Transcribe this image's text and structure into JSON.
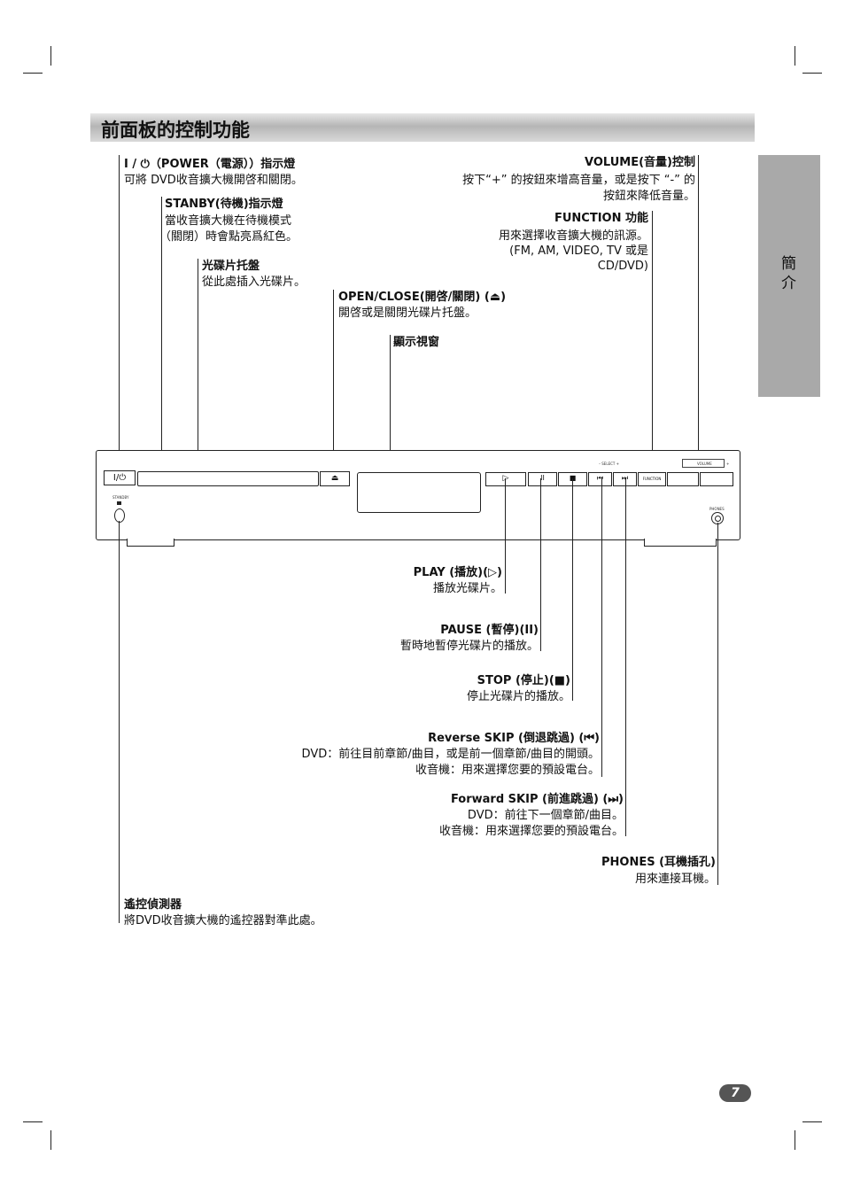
{
  "header": {
    "title": "前面板的控制功能"
  },
  "side_tab": {
    "label": "簡介"
  },
  "callouts": {
    "power": {
      "title": "I / ⏻（POWER（電源））指示燈",
      "desc": "可將 DVD收音擴大機開啓和關閉。"
    },
    "standby": {
      "title": "STANBY(待機)指示燈",
      "desc1": "當收音擴大機在待機模式",
      "desc2": "（關閉）時會點亮爲紅色。"
    },
    "disc_tray": {
      "title": "光碟片托盤",
      "desc": "從此處插入光碟片。"
    },
    "open_close": {
      "title": "OPEN/CLOSE(開啓/關閉) (⏏)",
      "desc": "開啓或是關閉光碟片托盤。"
    },
    "display": {
      "title": "顯示視窗"
    },
    "volume": {
      "title": "VOLUME(音量)控制",
      "desc1": "按下“+” 的按鈕來增高音量，或是按下 “-” 的",
      "desc2": "按鈕來降低音量。"
    },
    "function": {
      "title": "FUNCTION 功能",
      "desc1": "用來選擇收音擴大機的訊源。",
      "desc2": "(FM, AM, VIDEO, TV 或是",
      "desc3": "CD/DVD)"
    },
    "play": {
      "title": "PLAY (播放)(▷)",
      "desc": "播放光碟片。"
    },
    "pause": {
      "title": "PAUSE (暫停)(II)",
      "desc": "暫時地暫停光碟片的播放。"
    },
    "stop": {
      "title": "STOP (停止)(■)",
      "desc": "停止光碟片的播放。"
    },
    "reverse": {
      "title": "Reverse SKIP (倒退跳過) (⏮)",
      "desc1": "DVD：前往目前章節/曲目，或是前一個章節/曲目的開頭。",
      "desc2": "收音機：用來選擇您要的預設電台。"
    },
    "forward": {
      "title": "Forward SKIP (前進跳過) (⏭)",
      "desc1": "DVD：前往下一個章節/曲目。",
      "desc2": "收音機：用來選擇您要的預設電台。"
    },
    "phones": {
      "title": "PHONES (耳機插孔)",
      "desc": "用來連接耳機。"
    },
    "remote": {
      "title": "遙控偵測器",
      "desc": "將DVD收音擴大機的遙控器對準此處。"
    }
  },
  "device": {
    "power_button": "I/⏻",
    "eject_button": "⏏",
    "play_button": "▷",
    "pause_button": "II",
    "stop_button": "■",
    "rev_button": "⏮",
    "fwd_button": "⏭",
    "function_button": "FUNCTION",
    "select_label": "–  SELECT  +",
    "volume_label": "VOLUME",
    "volume_minus": "–",
    "volume_plus": "+",
    "standby_label": "STANDBY",
    "phones_label": "PHONES"
  },
  "footer": {
    "page_number": "7"
  }
}
